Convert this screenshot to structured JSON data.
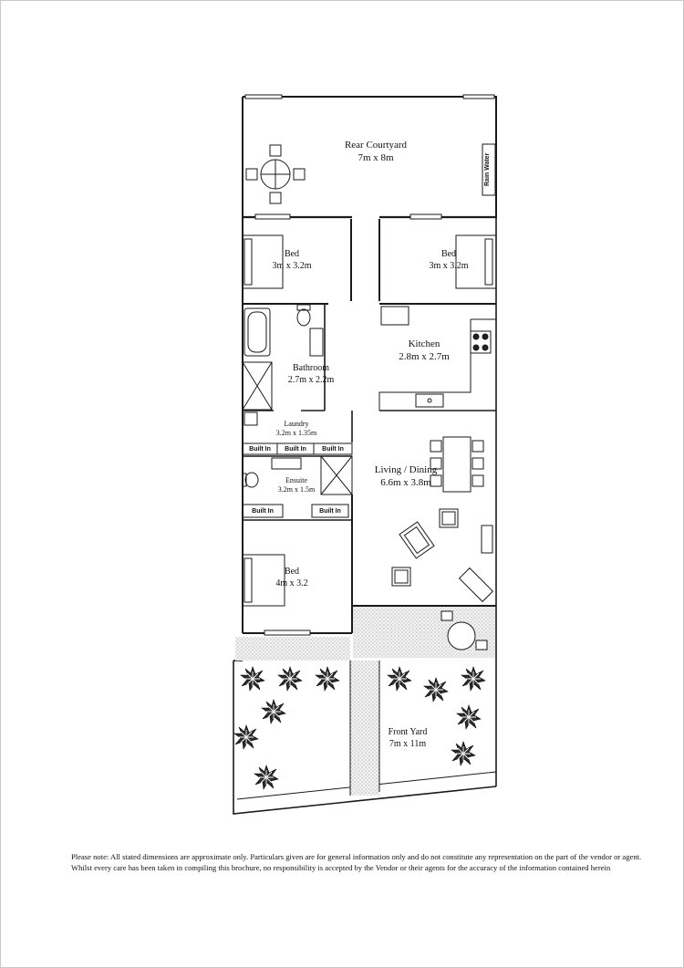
{
  "rooms": {
    "rear_courtyard": {
      "name": "Rear Courtyard",
      "size": "7m x 8m"
    },
    "bed_1": {
      "name": "Bed",
      "size": "3m x 3.2m"
    },
    "bed_2": {
      "name": "Bed",
      "size": "3m x 3.2m"
    },
    "kitchen": {
      "name": "Kitchen",
      "size": "2.8m x 2.7m"
    },
    "bathroom": {
      "name": "Bathroom",
      "size": "2.7m x 2.2m"
    },
    "laundry": {
      "name": "Laundry",
      "size": "3.2m x 1.35m"
    },
    "ensuite": {
      "name": "Ensuite",
      "size": "3.2m x 1.5m"
    },
    "living_dining": {
      "name": "Living / Dining",
      "size": "6.6m x 3.8m"
    },
    "bed_3": {
      "name": "Bed",
      "size": "4m x 3.2"
    },
    "front_yard": {
      "name": "Front Yard",
      "size": "7m x 11m"
    }
  },
  "fixtures": {
    "rain_water": "Rain Water",
    "built_in_1": "Built In",
    "built_in_2": "Built In",
    "built_in_3": "Built In",
    "built_in_4": "Built In",
    "built_in_5": "Built In"
  },
  "disclaimer": {
    "line1": "Please note: All stated dimensions are approximate only. Particulars given are for general information only and do not constitute any representation on the part of the vendor or agent.",
    "line2": "Whilst every care has been taken in compiling this brochure, no responsibility is accepted by the Vendor or their agents for the accuracy of the information contained herein"
  }
}
